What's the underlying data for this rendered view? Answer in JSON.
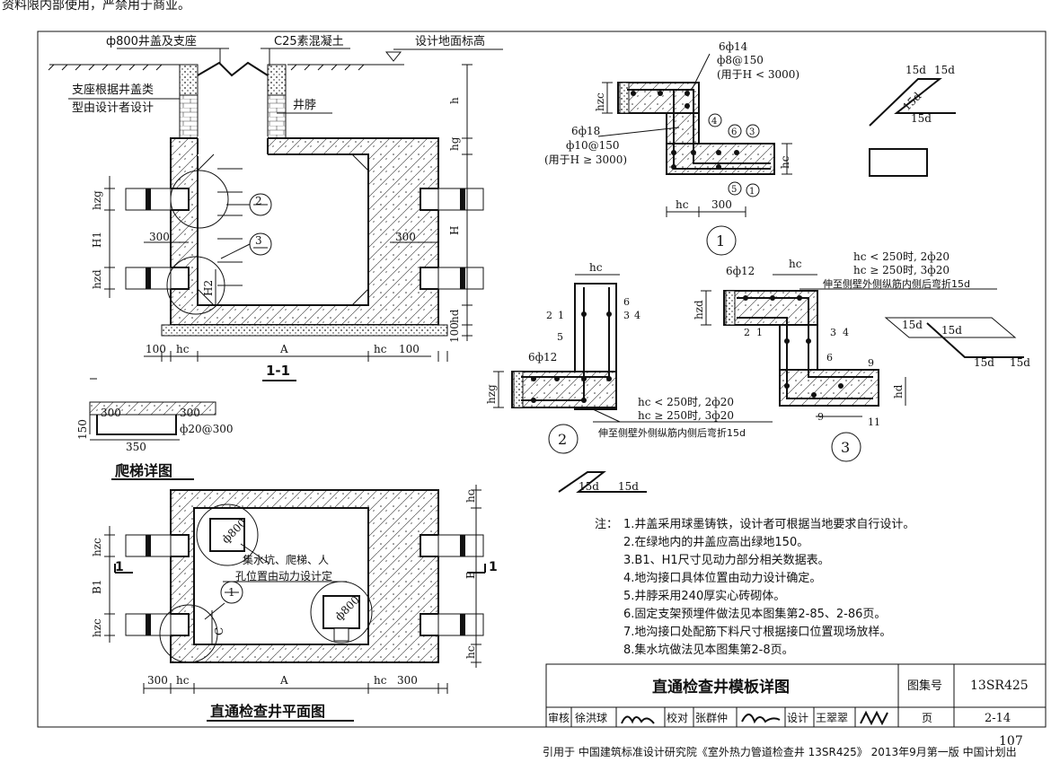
{
  "watermark": "资料限内部使用，严禁用于商业。",
  "section_view": {
    "title": "1-1",
    "labels": {
      "manhole_cover": "ф800井盖及支座",
      "c25_concrete": "C25素混凝土",
      "design_ground": "设计地面标高",
      "support_note_1": "支座根据井盖类",
      "support_note_2": "型由设计者设计",
      "neck": "井脖"
    },
    "dims": {
      "h": "h",
      "hg": "hg",
      "H": "H",
      "hd": "hd",
      "d100": "100",
      "hzg": "hzg",
      "hzd": "hzd",
      "H1": "H1",
      "H2": "H2",
      "d300": "300",
      "hc": "hc",
      "A": "A"
    },
    "callouts": [
      "2",
      "3"
    ]
  },
  "ladder_detail": {
    "title": "爬梯详图",
    "d300": "300",
    "d150": "150",
    "d350": "350",
    "rebar": "ф20@300"
  },
  "plan_view": {
    "title": "直通检查井平面图",
    "cover_label": "ф800",
    "note_1": "集水坑、爬梯、人",
    "note_2": "孔位置由动力设计定",
    "dims": {
      "hc": "hc",
      "hzc": "hzc",
      "B1": "B1",
      "B": "B",
      "C": "C",
      "A": "A",
      "d300": "300"
    },
    "section_mark": "1",
    "callout": "1"
  },
  "detail_1": {
    "number": "1",
    "rebar_a": "6ф14",
    "rebar_b": "ф8@150",
    "rebar_b_note": "(用于H < 3000)",
    "rebar_c": "6ф18",
    "rebar_d": "ф10@150",
    "rebar_d_note": "(用于H ≥ 3000)",
    "dims": {
      "hzc": "hzc",
      "hc": "hc",
      "d300": "300"
    },
    "marks": [
      "4",
      "6",
      "3",
      "5",
      "1"
    ]
  },
  "detail_2": {
    "number": "2",
    "rebar_top": "6ф12",
    "hc": "hc",
    "hzg": "hzg",
    "note_lt": "hc < 250时, 2ф20",
    "note_ge": "hc ≥ 250时, 3ф20",
    "bend_note": "伸至侧壁外侧纵筋内侧后弯折15d",
    "marks": [
      "6",
      "3",
      "4",
      "2",
      "1",
      "5"
    ]
  },
  "detail_3": {
    "number": "3",
    "rebar_top": "6ф12",
    "hc": "hc",
    "hzd": "hzd",
    "hd": "hd",
    "note_lt": "hc < 250时, 2ф20",
    "note_ge": "hc ≥ 250时, 3ф20",
    "bend_note": "伸至侧壁外侧纵筋内侧后弯折15d",
    "marks": [
      "2",
      "1",
      "3",
      "4",
      "6",
      "9",
      "9",
      "11"
    ]
  },
  "hooks": {
    "top_a": "15d",
    "top_b": "15d",
    "top_c": "15d",
    "top_d": "15d",
    "mid_a": "15d",
    "mid_b": "15d",
    "mid_c": "15d",
    "mid_d": "15d",
    "low_a": "15d",
    "low_b": "15d"
  },
  "notes": {
    "prefix": "注：",
    "items": [
      "1.井盖采用球墨铸铁，设计者可根据当地要求自行设计。",
      "2.在绿地内的井盖应高出绿地150。",
      "3.B1、H1尺寸见动力部分相关数据表。",
      "4.地沟接口具体位置由动力设计确定。",
      "5.井脖采用240厚实心砖砌体。",
      "6.固定支架预埋件做法见本图集第2-85、2-86页。",
      "7.地沟接口处配筋下料尺寸根据接口位置现场放样。",
      "8.集水坑做法见本图集第2-8页。"
    ]
  },
  "title_block": {
    "drawing_title": "直通检查井模板详图",
    "atlas_label": "图集号",
    "atlas_no": "13SR425",
    "review_label": "审核",
    "reviewer": "徐洪球",
    "check_label": "校对",
    "checker": "张群仲",
    "design_label": "设计",
    "designer": "王翠翠",
    "page_label": "页",
    "page_no": "2-14"
  },
  "footer": {
    "citation": "引用于 中国建筑标准设计研究院《室外热力管道检查井 13SR425》 2013年9月第一版 中国计划出",
    "page": "107"
  }
}
